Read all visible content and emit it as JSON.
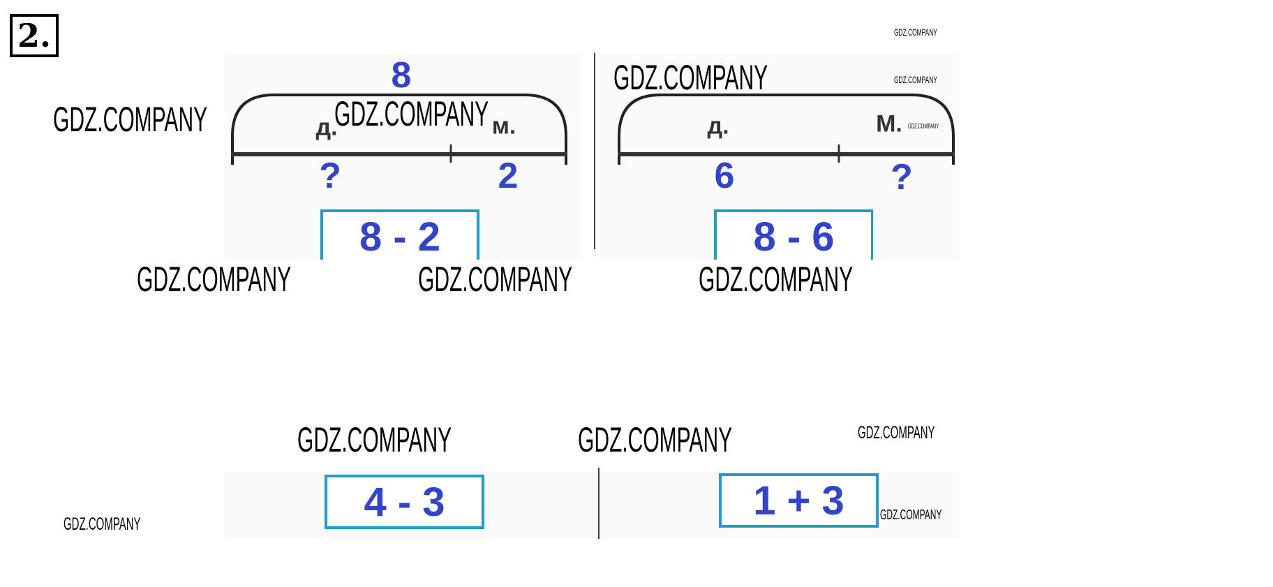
{
  "exercise_number": "2.",
  "left_problem": {
    "total": "8",
    "part_labels": [
      "д.",
      "м."
    ],
    "part_values": [
      "?",
      "2"
    ],
    "answer": "8 - 2"
  },
  "right_problem": {
    "part_labels": [
      "д.",
      "М."
    ],
    "part_values": [
      "6",
      "?"
    ],
    "answer": "8 - 6"
  },
  "bottom_answers": [
    "4 - 3",
    "1 + 3"
  ],
  "watermarks": [
    "GDZ.COMPANY",
    "GDZ.COMPANY",
    "GDZ.COMPANY",
    "GDZ.COMPANY",
    "GDZ.COMPANY",
    "GDZ.COMPANY",
    "GDZ.COMPANY",
    "GDZ.COMPANY",
    "GDZ.COMPANY",
    "GDZ.COMPANY",
    "GDZ.COMPANY",
    "GDZ.COMPANY",
    "GDZ.COMPANY",
    "GDZ.COMPANY"
  ],
  "colors": {
    "number_blue": "#3344cc",
    "box_border": "#1a9fd0"
  }
}
